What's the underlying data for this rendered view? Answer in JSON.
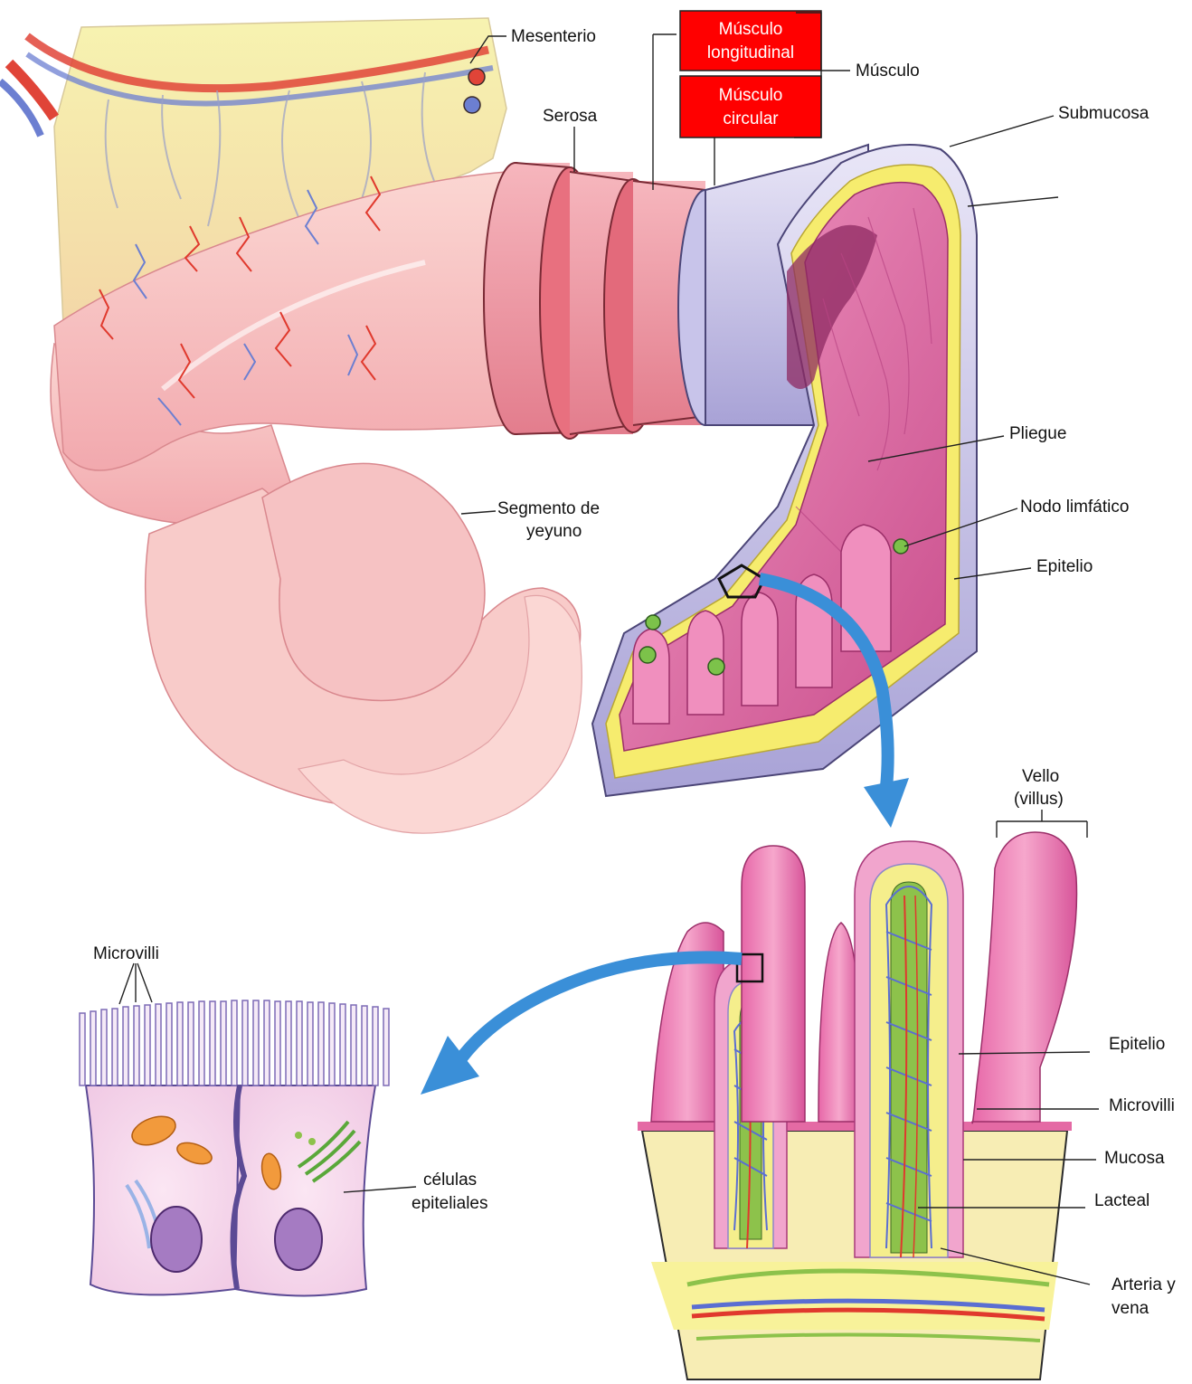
{
  "labels": {
    "mesenterio": "Mesenterio",
    "musculo_longitudinal_1": "Músculo",
    "musculo_longitudinal_2": "longitudinal",
    "musculo_circular_1": "Músculo",
    "musculo_circular_2": "circular",
    "musculo": "Músculo",
    "serosa": "Serosa",
    "submucosa": "Submucosa",
    "pliegue": "Pliegue",
    "segmento_1": "Segmento de",
    "segmento_2": "yeyuno",
    "nodo_limfatico": "Nodo limfático",
    "epitelio_top": "Epitelio",
    "vello_1": "Vello",
    "vello_2": "(villus)",
    "microvilli_left": "Microvilli",
    "celulas_1": "células",
    "celulas_2": "epiteliales",
    "epitelio_bottom": "Epitelio",
    "microvilli_right": "Microvilli",
    "mucosa": "Mucosa",
    "lacteal": "Lacteal",
    "arteria_1": "Arteria y",
    "arteria_2": "vena"
  },
  "colors": {
    "highlight_box": "#ff0000",
    "arrow": "#3a8fd8",
    "intestine": "#f2b5b8",
    "mucosa": "#e56fa6",
    "mesentery": "#f4ee9c"
  }
}
